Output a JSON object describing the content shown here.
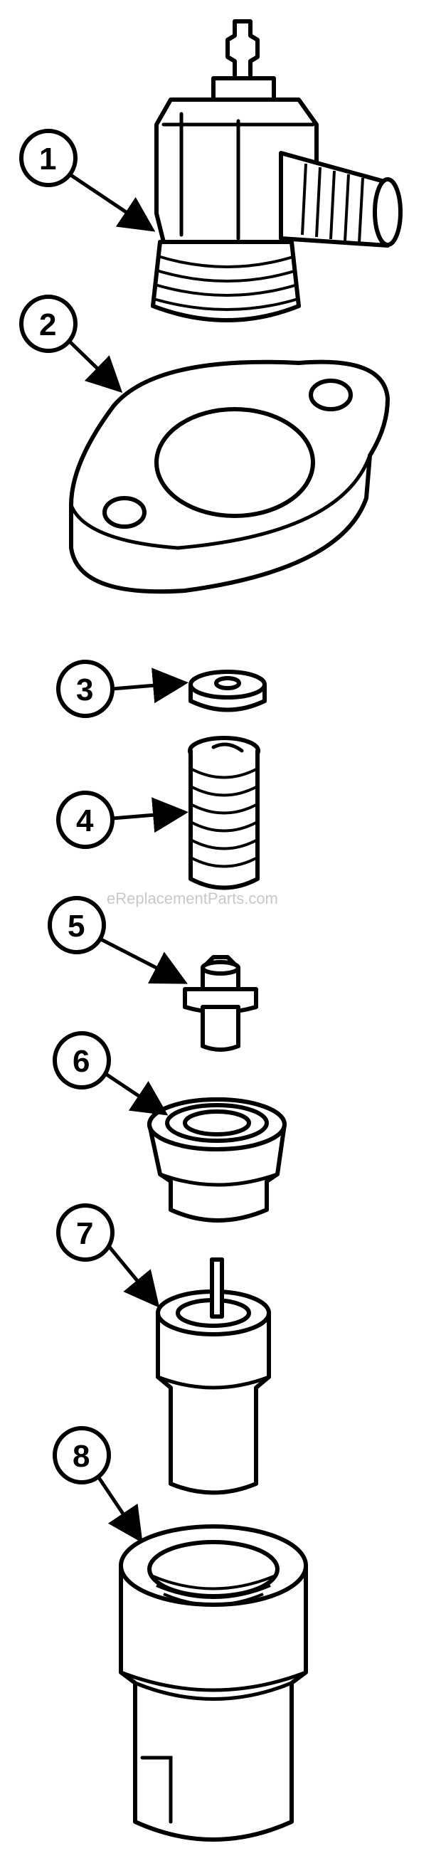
{
  "diagram": {
    "watermark": "eReplacementParts.com",
    "callouts": [
      {
        "number": "1",
        "part": "elbow-fitting"
      },
      {
        "number": "2",
        "part": "flange-gasket"
      },
      {
        "number": "3",
        "part": "washer"
      },
      {
        "number": "4",
        "part": "spring"
      },
      {
        "number": "5",
        "part": "valve-pin"
      },
      {
        "number": "6",
        "part": "valve-seat"
      },
      {
        "number": "7",
        "part": "nozzle"
      },
      {
        "number": "8",
        "part": "retaining-nut"
      }
    ]
  }
}
